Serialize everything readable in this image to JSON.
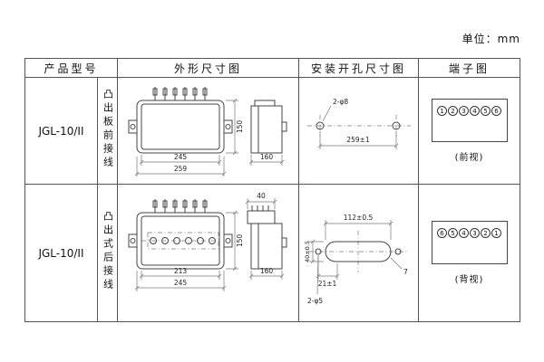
{
  "page": {
    "unit_label": "单位：mm"
  },
  "table": {
    "headers": {
      "model": "产品型号",
      "outline": "外形尺寸图",
      "mounting": "安装开孔尺寸图",
      "terminal": "端子图"
    },
    "rows": [
      {
        "model": "JGL-10/II",
        "wiring": "凸出板前接线",
        "outline": {
          "w_inner": "245",
          "w_outer": "259",
          "height": "150",
          "depth": "160"
        },
        "mounting": {
          "holes": "2-φ8",
          "span": "259±1"
        },
        "terminal": {
          "numbers": [
            "1",
            "2",
            "3",
            "4",
            "5",
            "6"
          ],
          "view": "(前视)"
        }
      },
      {
        "model": "JGL-10/II",
        "wiring": "凸出式后接线",
        "outline": {
          "w_inner": "213",
          "w_outer": "245",
          "height": "150",
          "depth": "160",
          "block": "40"
        },
        "mounting": {
          "width": "112±0.5",
          "height": "40±0.5",
          "offset": "21±1",
          "holes": "2-φ5",
          "radius": "7"
        },
        "terminal": {
          "numbers": [
            "6",
            "5",
            "4",
            "3",
            "2",
            "1"
          ],
          "view": "(背视)"
        }
      }
    ]
  }
}
